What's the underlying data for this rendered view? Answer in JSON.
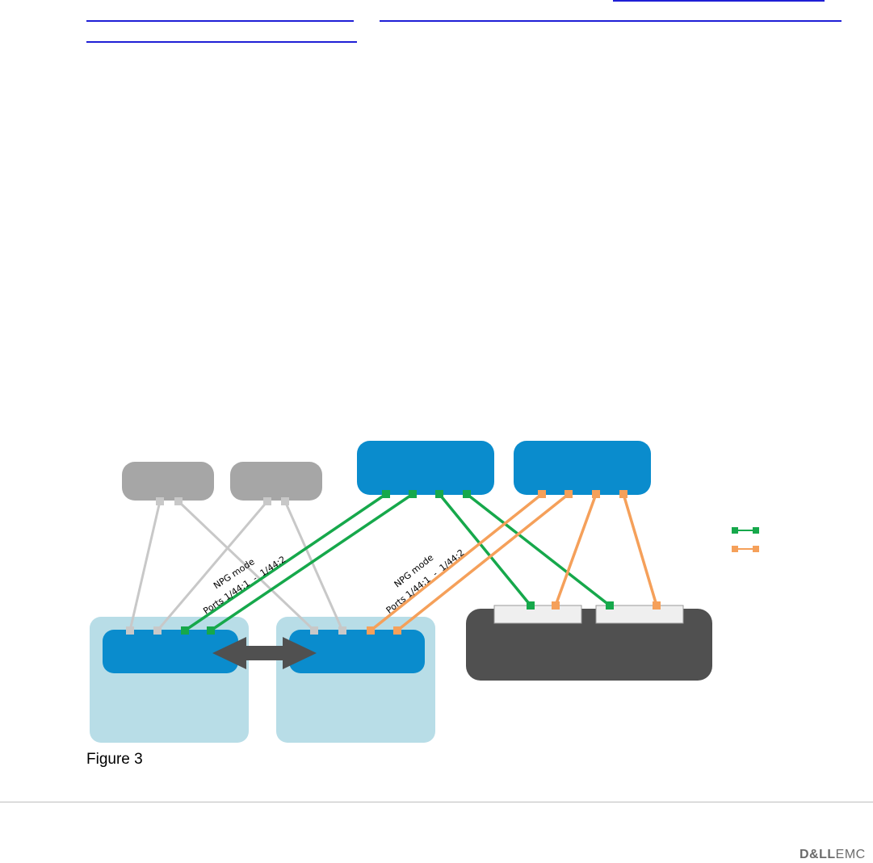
{
  "figure": {
    "caption": "Figure 3",
    "npg_label_1": "NPG mode",
    "ports_label_1": "Ports 1/44:1  -  1/44:2",
    "npg_label_2": "NPG mode",
    "ports_label_2": "Ports 1/44:1  -  1/44:2"
  },
  "logo": {
    "brand": "D&LL",
    "suffix": "EMC"
  },
  "colors": {
    "blue": "#0a8ccd",
    "light_blue": "#b8dde7",
    "gray_box": "#a6a6a6",
    "gray_line": "#c8c8c8",
    "green": "#16a84b",
    "orange": "#f5a05a",
    "dark": "#505050",
    "link": "#1f1fd6"
  }
}
